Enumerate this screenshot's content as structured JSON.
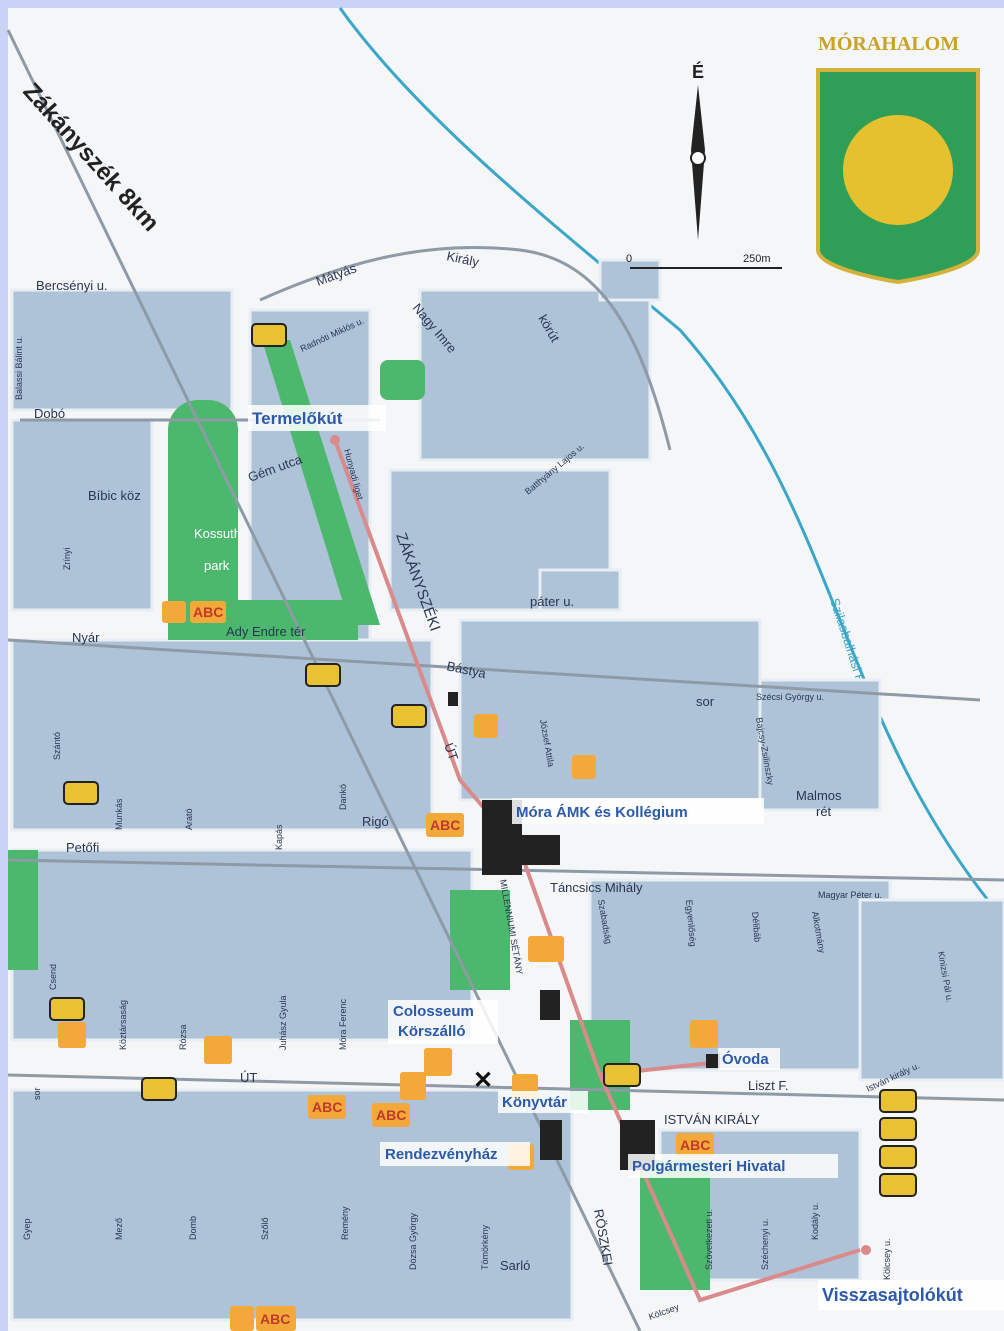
{
  "map": {
    "town": "MÓRAHALOM",
    "scale": {
      "start": "0",
      "end": "250m"
    },
    "north": "É",
    "direction_label": "Zákányszék 8km",
    "canal": "Szilasbalhási Főcsatorna",
    "streets": {
      "bercsenyi": "Bercsényi u.",
      "balassi": "Balassi Bálint u.",
      "dobo": "Dobó",
      "bibic": "Bíbic köz",
      "gem": "Gém utca",
      "kossuth1": "Kossuth",
      "kossuth2": "park",
      "ady": "Ady Endre tér",
      "nyar": "Nyár",
      "zrinyi": "Zrínyi",
      "szanto": "Szántó",
      "munkas": "Munkás",
      "arato": "Arató",
      "kapas": "Kapás",
      "danko": "Dankó",
      "rigo": "Rigó",
      "petofi": "Petőfi",
      "bastya": "Bástya",
      "pater": "páter u.",
      "jozsef": "József Attila",
      "matyas": "Mátyás",
      "kiraly": "Király",
      "korut": "körút",
      "radnoti": "Radnóti Miklós u.",
      "nagy_imre": "Nagy Imre",
      "batthyany": "Batthyány Lajos u.",
      "hunyadi": "Hunyadi liget",
      "zakanyszeki": "ZÁKÁNYSZÉKI",
      "ut": "ÚT",
      "szechenyi_sor": "Szécsi György u.",
      "sor": "sor",
      "bajcsy": "Bajcsy-Zsilinszky",
      "malmos": "Malmos",
      "ret": "rét",
      "tancsics": "Táncsics Mihály",
      "magyar_peter": "Magyar Péter u.",
      "szabadsag": "Szabadság",
      "egyenloseg": "Egyenlőség",
      "delibab": "Délibáb",
      "alkotmany": "Alkotmány",
      "kinizsi": "Kinizsi Pál u.",
      "istvan_kiraly": "ISTVÁN KIRÁLY",
      "istvan_kiraly_u": "István király u.",
      "liszt": "Liszt F.",
      "millenniumi": "MILLENNIUMI SÉTÁNY",
      "koztarsasag": "Köztársaság",
      "csend": "Csend",
      "rozsa": "Rózsa",
      "juhasz": "Juhász Gyula",
      "mora_ferenc": "Móra Ferenc",
      "gyep": "Gyep",
      "mezo": "Mező",
      "domb": "Domb",
      "szolo": "Szőlő",
      "remeny": "Remény",
      "dozsa": "Dózsa György",
      "tomorkeny": "Tömörkény",
      "sarlo": "Sarló",
      "roszkei": "RÖSZKEI",
      "szovetkezeti": "Szövetkezeti u.",
      "szechenyi": "Széchenyi u.",
      "kodaly": "Kodály u.",
      "kolcsey": "Kölcsey u.",
      "kolcsey2": "Kölcsey",
      "u": "u."
    },
    "pois": {
      "termelokut": "Termelőkút",
      "mora_amk": "Móra ÁMK és Kollégium",
      "colosseum1": "Colosseum",
      "colosseum2": "Körszálló",
      "ovoda": "Óvoda",
      "konyvtar": "Könyvtár",
      "rendezvenyhaz": "Rendezvényház",
      "polgarmesteri": "Polgármesteri Hivatal",
      "visszasajtolokut": "Visszasajtolókút"
    },
    "abc_label": "ABC",
    "colors": {
      "route": "#d98a8a",
      "park": "#4cb86e",
      "block": "#aec3d8",
      "canal": "#3aa6c8",
      "poi_text": "#2c5aa8"
    }
  }
}
